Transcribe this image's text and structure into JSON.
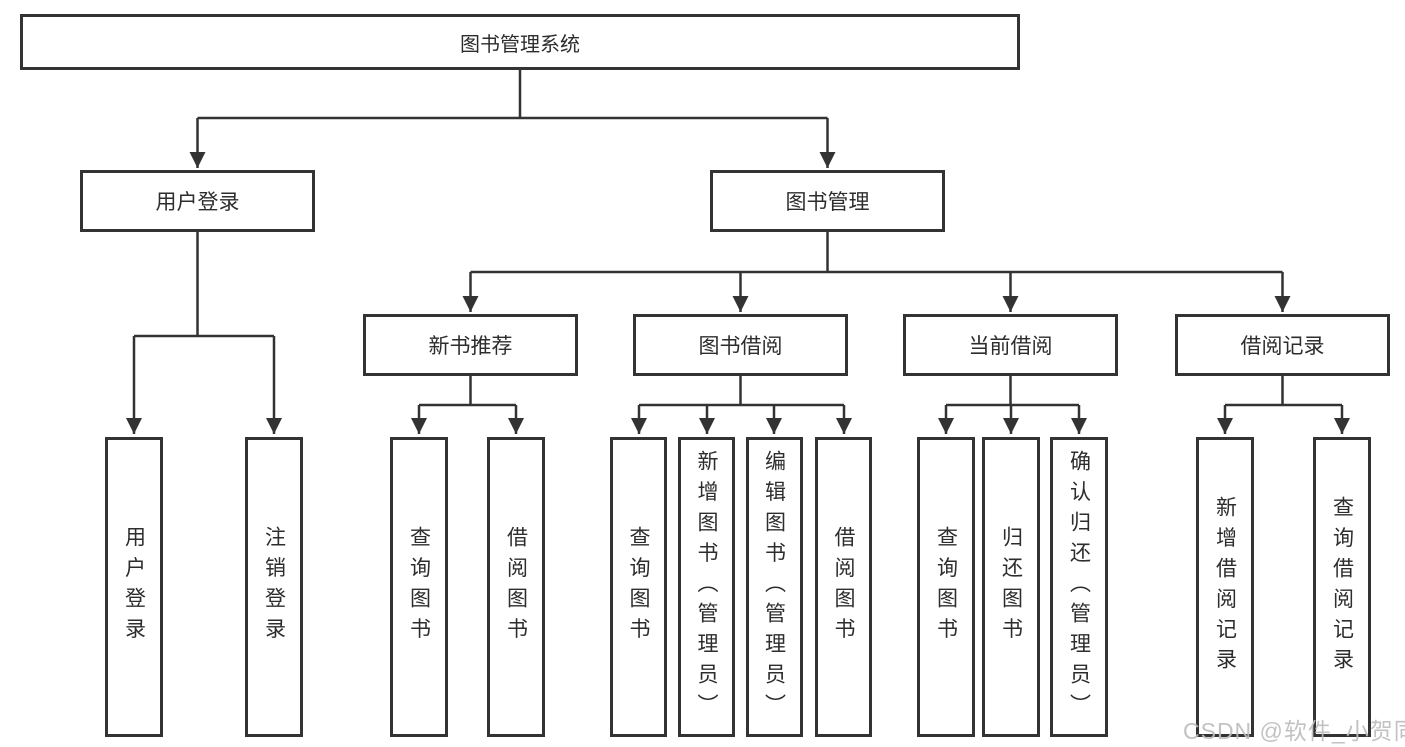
{
  "tree": {
    "root": "图书管理系统",
    "children": [
      {
        "label": "用户登录",
        "children": [
          "用户登录",
          "注销登录"
        ]
      },
      {
        "label": "图书管理",
        "children": [
          {
            "label": "新书推荐",
            "children": [
              "查询图书",
              "借阅图书"
            ]
          },
          {
            "label": "图书借阅",
            "children": [
              "查询图书",
              "新增图书（管理员）",
              "编辑图书（管理员）",
              "借阅图书"
            ]
          },
          {
            "label": "当前借阅",
            "children": [
              "查询图书",
              "归还图书",
              "确认归还（管理员）"
            ]
          },
          {
            "label": "借阅记录",
            "children": [
              "新增借阅记录",
              "查询借阅记录"
            ]
          }
        ]
      }
    ]
  },
  "watermark": {
    "text": "CSDN @软件_小贺同学"
  },
  "colors": {
    "line": "#333333",
    "border": "#333333",
    "text": "#2d2d2d",
    "watermark": "#bdbdbd",
    "background": "#ffffff"
  }
}
